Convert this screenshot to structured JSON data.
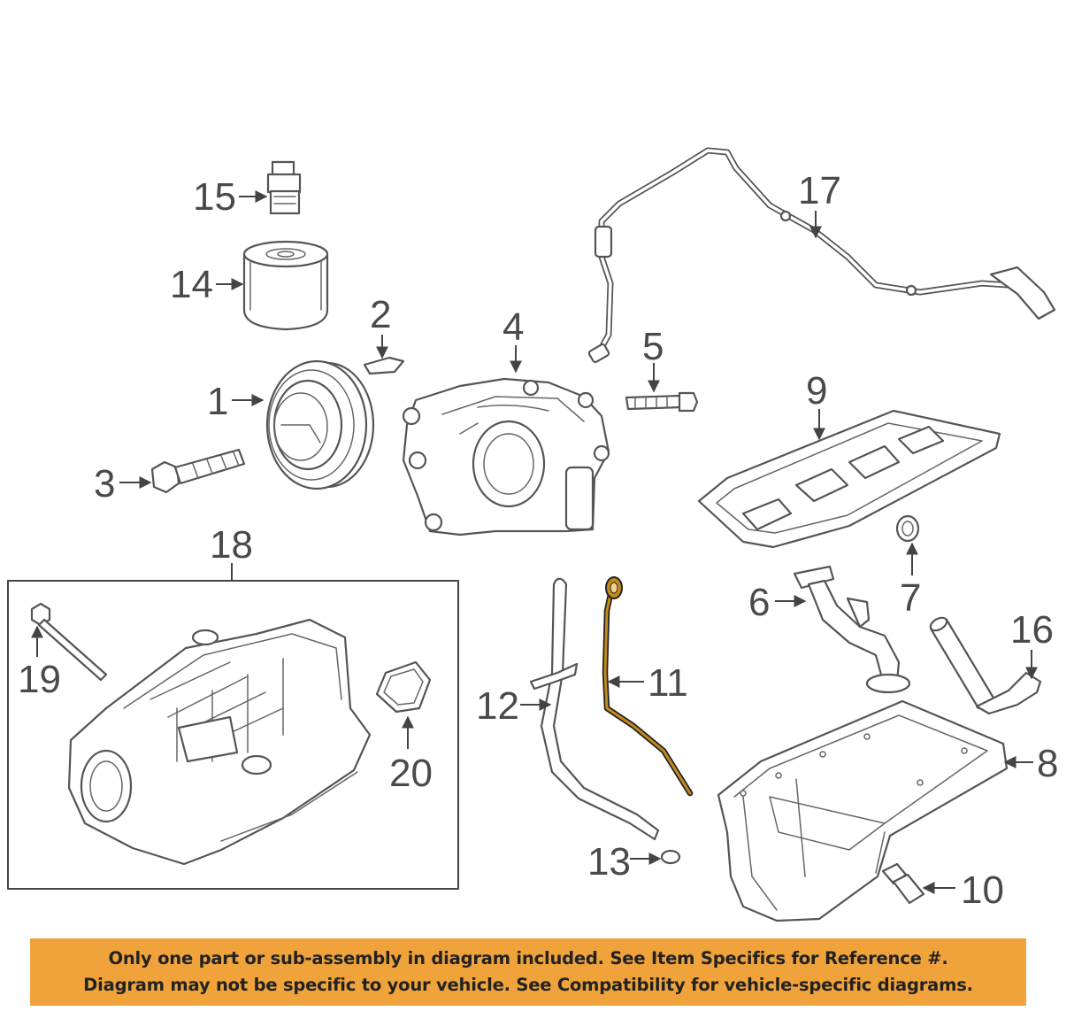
{
  "callouts": {
    "c1": "1",
    "c2": "2",
    "c3": "3",
    "c4": "4",
    "c5": "5",
    "c6": "6",
    "c7": "7",
    "c8": "8",
    "c9": "9",
    "c10": "10",
    "c11": "11",
    "c12": "12",
    "c13": "13",
    "c14": "14",
    "c15": "15",
    "c16": "16",
    "c17": "17",
    "c18": "18",
    "c19": "19",
    "c20": "20"
  },
  "banner": {
    "line1": "Only one part or sub-assembly in diagram included. See Item Specifics for Reference #.",
    "line2": "Diagram may not be specific to your vehicle. See Compatibility for vehicle-specific diagrams."
  },
  "colors": {
    "banner_bg": "#f0a33b",
    "highlight_part": "#c48a1a",
    "line_art": "#555555"
  }
}
